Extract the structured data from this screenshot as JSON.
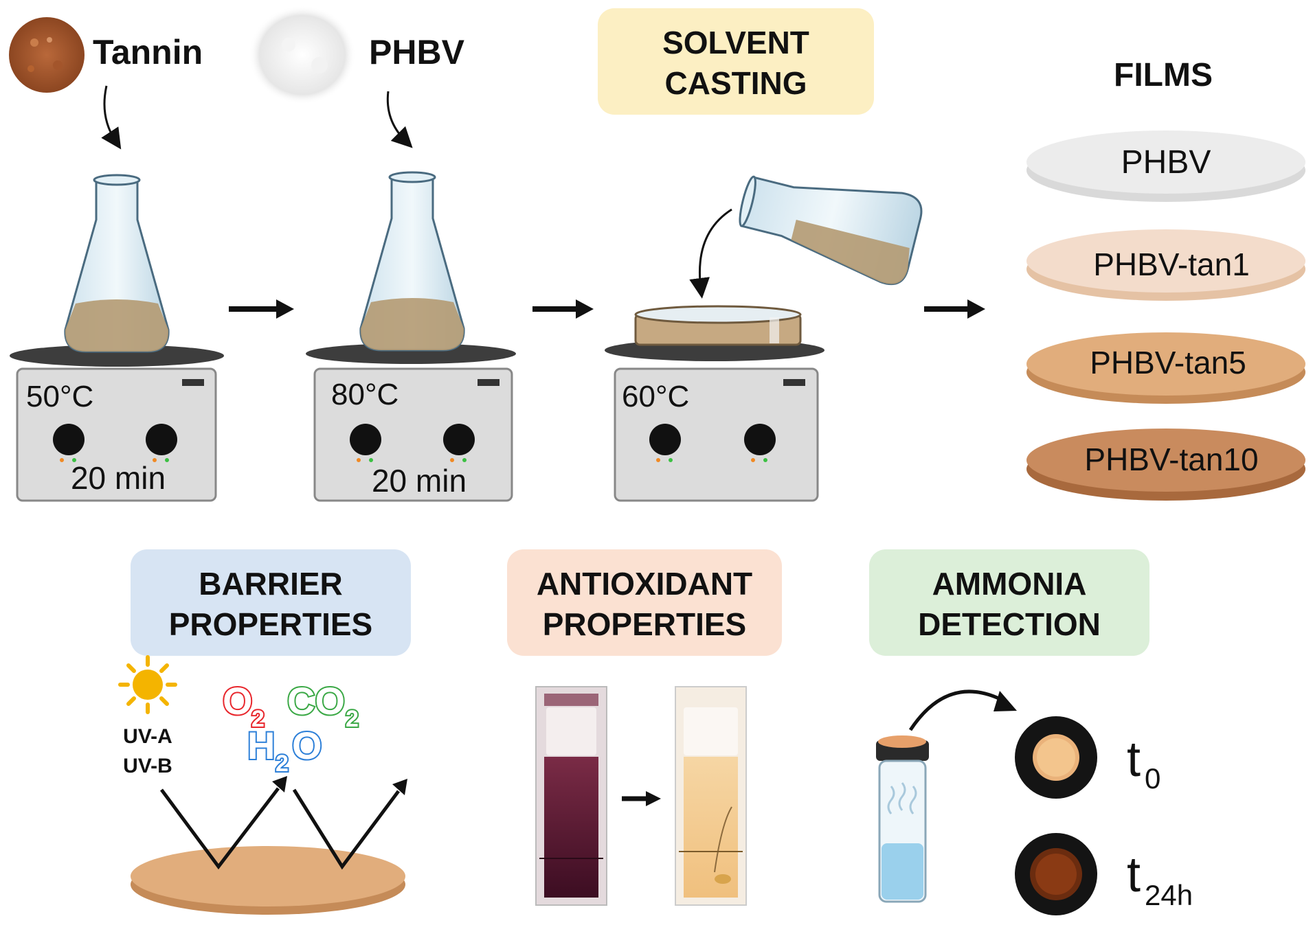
{
  "inputs": {
    "tannin": "Tannin",
    "phbv": "PHBV"
  },
  "stages": {
    "casting_line1": "SOLVENT",
    "casting_line2": "CASTING",
    "films_title": "FILMS"
  },
  "hotplates": [
    {
      "temp": "50°C",
      "time": "20 min"
    },
    {
      "temp": "80°C",
      "time": "20 min"
    },
    {
      "temp": "60°C",
      "time": ""
    }
  ],
  "films": [
    {
      "label": "PHBV",
      "color": "#ececec",
      "edge": "#d9d9d9"
    },
    {
      "label": "PHBV-tan1",
      "color": "#f3dccb",
      "edge": "#e5c2a4"
    },
    {
      "label": "PHBV-tan5",
      "color": "#e1ad7c",
      "edge": "#c58b58"
    },
    {
      "label": "PHBV-tan10",
      "color": "#c98b5e",
      "edge": "#a8693d"
    }
  ],
  "properties": {
    "barrier": {
      "line1": "BARRIER",
      "line2": "PROPERTIES",
      "bg": "#d7e4f3"
    },
    "antioxidant": {
      "line1": "ANTIOXIDANT",
      "line2": "PROPERTIES",
      "bg": "#fbe1d2"
    },
    "ammonia": {
      "line1": "AMMONIA",
      "line2": "DETECTION",
      "bg": "#dcefd9"
    }
  },
  "barrier_labels": {
    "uva": "UV-A",
    "uvb": "UV-B",
    "o2_main": "O",
    "o2_sub": "2",
    "co2_main": "CO",
    "co2_sub": "2",
    "h2o_h": "H",
    "h2o_sub": "2",
    "h2o_o": "O"
  },
  "ammonia_times": {
    "t0_main": "t",
    "t0_sub": "0",
    "t24_main": "t",
    "t24_sub": "24h"
  },
  "colors": {
    "liquid": "#b49a72",
    "o2": "#e8262c",
    "co2": "#3aa845",
    "h2o": "#2c7fd8",
    "sun": "#f4b400"
  }
}
